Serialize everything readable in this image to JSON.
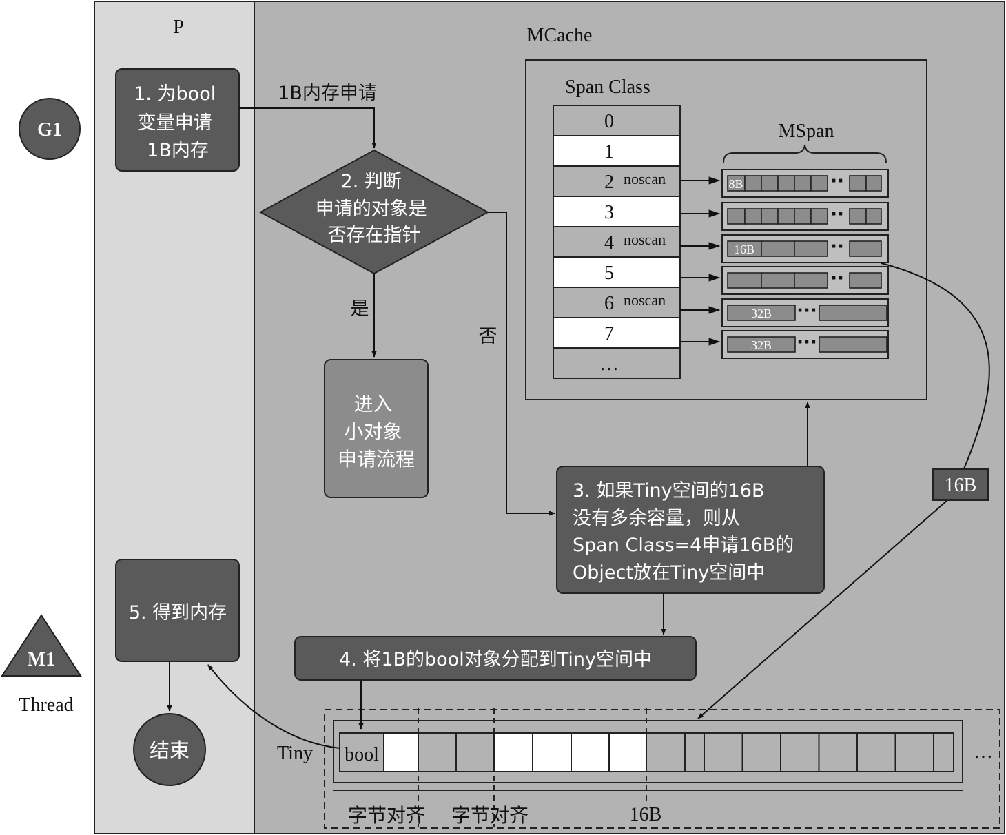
{
  "labels": {
    "p_title": "P",
    "mcache_title": "MCache",
    "span_class_title": "Span Class",
    "mspan_title": "MSpan",
    "g1": "G1",
    "m1": "M1",
    "thread": "Thread",
    "request_1b": "1B内存申请",
    "yes": "是",
    "no": "否",
    "tiny": "Tiny",
    "tiny_16b": "16B",
    "tiny_ellipsis": "…",
    "align_1": "字节对齐",
    "align_2": "字节对齐",
    "curve_16b": "16B"
  },
  "steps": {
    "step1": [
      "1. 为bool",
      "变量申请",
      "1B内存"
    ],
    "step2": [
      "2. 判断",
      "申请的对象是",
      "否存在指针"
    ],
    "small": [
      "进入",
      "小对象",
      "申请流程"
    ],
    "step3": [
      "3. 如果Tiny空间的16B",
      "没有多余容量，则从",
      "Span Class=4申请16B的",
      "Object放在Tiny空间中"
    ],
    "step4": "4. 将1B的bool对象分配到Tiny空间中",
    "step5": "5. 得到内存",
    "end": "结束"
  },
  "span_classes": [
    {
      "num": "0",
      "tag": "",
      "highlight": false
    },
    {
      "num": "1",
      "tag": "",
      "highlight": true
    },
    {
      "num": "2",
      "tag": "noscan",
      "highlight": false
    },
    {
      "num": "3",
      "tag": "",
      "highlight": true
    },
    {
      "num": "4",
      "tag": "noscan",
      "highlight": false
    },
    {
      "num": "5",
      "tag": "",
      "highlight": true
    },
    {
      "num": "6",
      "tag": "noscan",
      "highlight": false
    },
    {
      "num": "7",
      "tag": "",
      "highlight": true
    },
    {
      "num": "…",
      "tag": "",
      "highlight": false
    }
  ],
  "mspan_rows": [
    {
      "label": "8B",
      "dots": "··"
    },
    {
      "label": "",
      "dots": "··"
    },
    {
      "label": "16B",
      "dots": "··"
    },
    {
      "label": "",
      "dots": "··"
    },
    {
      "label": "32B",
      "dots": "···"
    },
    {
      "label": "32B",
      "dots": "···"
    }
  ],
  "tiny_cells": {
    "first": "bool"
  },
  "colors": {
    "p_bg": "#d9d9d9",
    "mcache_bg": "#b3b3b3",
    "dark_box": "#5a5a5a",
    "mid_box": "#8c8c8c",
    "white": "#ffffff"
  }
}
